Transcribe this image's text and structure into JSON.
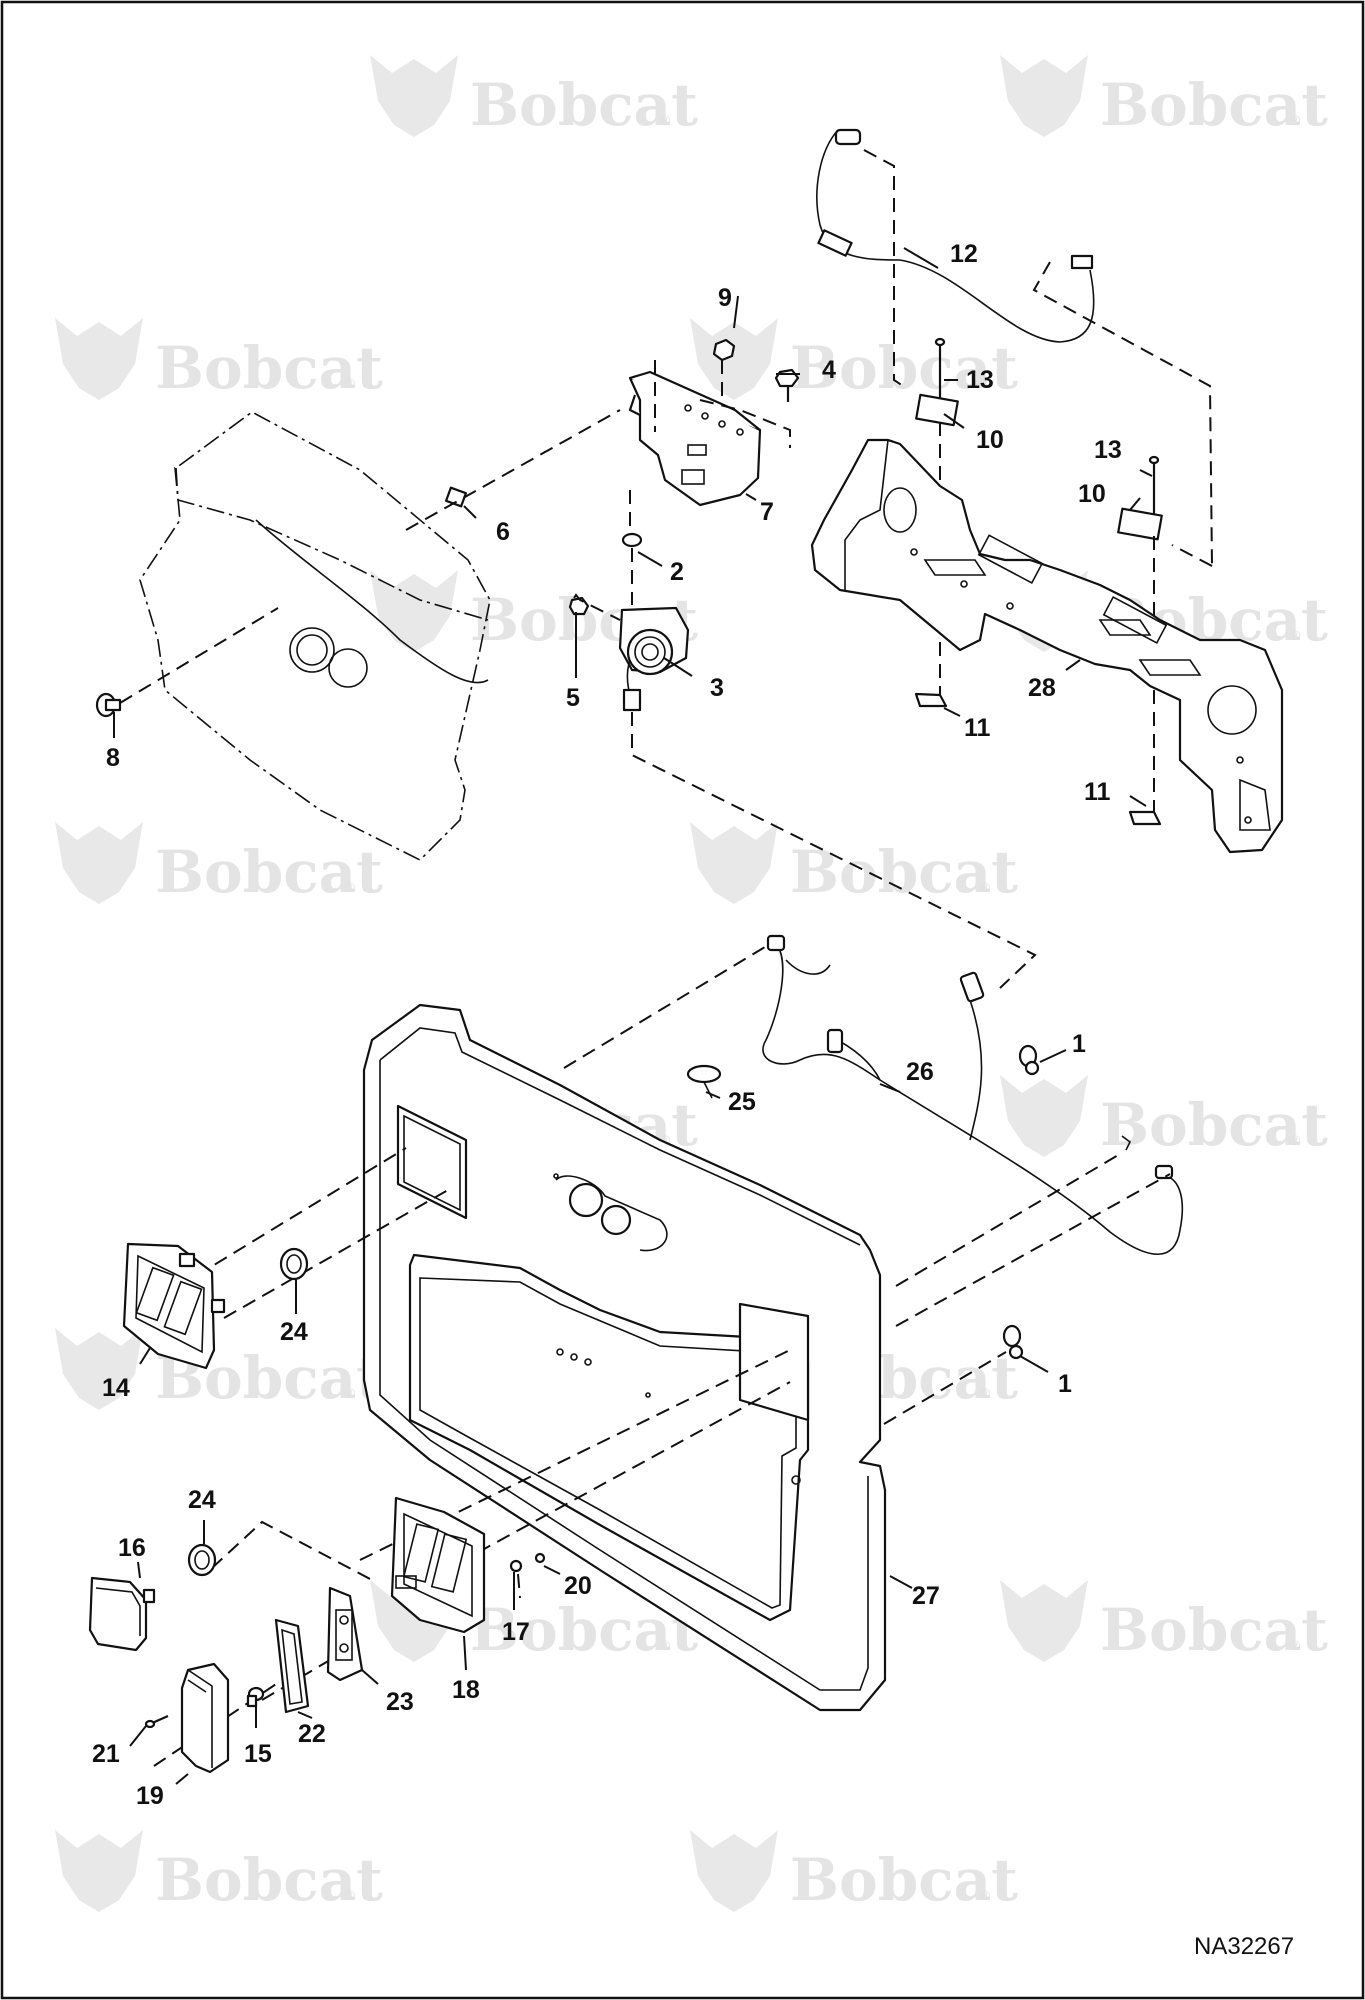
{
  "watermark": {
    "brand": "Bobcat",
    "reg_mark": "®"
  },
  "drawing_code": "NA32267",
  "callouts": [
    {
      "id": "c1a",
      "label": "1"
    },
    {
      "id": "c1b",
      "label": "1"
    },
    {
      "id": "c2",
      "label": "2"
    },
    {
      "id": "c3",
      "label": "3"
    },
    {
      "id": "c4",
      "label": "4"
    },
    {
      "id": "c5",
      "label": "5"
    },
    {
      "id": "c6",
      "label": "6"
    },
    {
      "id": "c7",
      "label": "7"
    },
    {
      "id": "c8",
      "label": "8"
    },
    {
      "id": "c9",
      "label": "9"
    },
    {
      "id": "c10a",
      "label": "10"
    },
    {
      "id": "c10b",
      "label": "10"
    },
    {
      "id": "c11a",
      "label": "11"
    },
    {
      "id": "c11b",
      "label": "11"
    },
    {
      "id": "c12",
      "label": "12"
    },
    {
      "id": "c13a",
      "label": "13"
    },
    {
      "id": "c13b",
      "label": "13"
    },
    {
      "id": "c14",
      "label": "14"
    },
    {
      "id": "c15",
      "label": "15"
    },
    {
      "id": "c16",
      "label": "16"
    },
    {
      "id": "c17",
      "label": "17"
    },
    {
      "id": "c18",
      "label": "18"
    },
    {
      "id": "c19",
      "label": "19"
    },
    {
      "id": "c20",
      "label": "20"
    },
    {
      "id": "c21",
      "label": "21"
    },
    {
      "id": "c22",
      "label": "22"
    },
    {
      "id": "c23",
      "label": "23"
    },
    {
      "id": "c24a",
      "label": "24"
    },
    {
      "id": "c24b",
      "label": "24"
    },
    {
      "id": "c25",
      "label": "25"
    },
    {
      "id": "c26",
      "label": "26"
    },
    {
      "id": "c27",
      "label": "27"
    },
    {
      "id": "c28",
      "label": "28"
    }
  ]
}
